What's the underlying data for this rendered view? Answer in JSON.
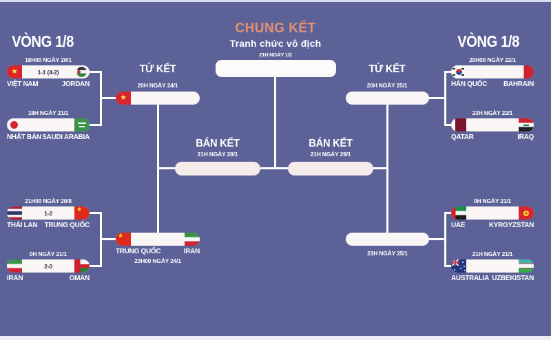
{
  "colors": {
    "background": "#5c6298",
    "pill": "#fbf6f6",
    "final_title_accent": "#e5916f",
    "score_text": "#272b4f",
    "connector_line": "#ffffff",
    "label_text": "#ffffff"
  },
  "final": {
    "title": "CHUNG KẾT",
    "subtitle": "Tranh chức vô địch",
    "date": "21H NGÀY 1/2"
  },
  "rounds": {
    "r16_left_title": "VÒNG 1/8",
    "r16_right_title": "VÒNG 1/8",
    "qf_left": {
      "title": "TỨ KẾT",
      "date": "20H NGÀY 24/1"
    },
    "qf_right": {
      "title": "TỨ KẾT",
      "date": "20H NGÀY 25/1"
    },
    "sf_left": {
      "title": "BÁN KẾT",
      "date": "21H NGÀY 28/1"
    },
    "sf_right": {
      "title": "BÁN KẾT",
      "date": "21H NGÀY 29/1"
    },
    "qf_left_bottom_date": "23H00 NGÀY 24/1",
    "qf_right_bottom_date": "23H NGÀY 25/1"
  },
  "matches": {
    "l1": {
      "date": "18H00 NGÀY 20/1",
      "home": "VIỆT NAM",
      "away": "JORDAN",
      "score": "1-1 (4-2)",
      "home_flag": "vn",
      "away_flag": "jo"
    },
    "l2": {
      "date": "18H NGÀY 21/1",
      "home": "NHẬT BẢN",
      "away": "SAUDI ARABIA",
      "score": "",
      "home_flag": "jp",
      "away_flag": "sa"
    },
    "l3": {
      "date": "21H00 NGÀY 20/8",
      "home": "THÁI LAN",
      "away": "TRUNG QUỐC",
      "score": "1-2",
      "home_flag": "th",
      "away_flag": "cn"
    },
    "l4": {
      "date": "0H NGÀY 21/1",
      "home": "IRAN",
      "away": "OMAN",
      "score": "2-0",
      "home_flag": "ir",
      "away_flag": "om"
    },
    "r1": {
      "date": "20H00 NGÀY 22/1",
      "home": "HÀN QUỐC",
      "away": "BAHRAIN",
      "score": "",
      "home_flag": "kr",
      "away_flag": "bh"
    },
    "r2": {
      "date": "23H NGÀY 22/1",
      "home": "QATAR",
      "away": "IRAQ",
      "score": "",
      "home_flag": "qa",
      "away_flag": "iq"
    },
    "r3": {
      "date": "0H NGÀY 21/1",
      "home": "UAE",
      "away": "KYRGYZSTAN",
      "score": "",
      "home_flag": "ae",
      "away_flag": "kg"
    },
    "r4": {
      "date": "21H NGÀY 21/1",
      "home": "AUSTRALIA",
      "away": "UZBEKISTAN",
      "score": "",
      "home_flag": "au",
      "away_flag": "uz"
    }
  },
  "quarterfinals": {
    "left_top": {
      "home_flag": "vn"
    },
    "left_bottom": {
      "home": "TRUNG QUỐC",
      "away": "IRAN",
      "home_flag": "cn",
      "away_flag": "ir"
    }
  }
}
